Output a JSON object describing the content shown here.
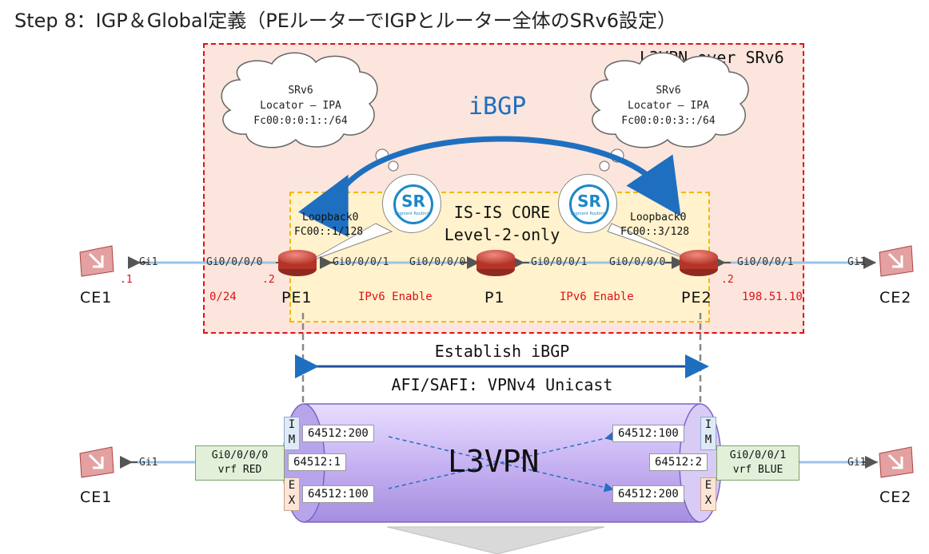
{
  "title": "Step 8：IGP＆Global定義（PEルーターでIGPとルーター全体のSRv6設定）",
  "outer_label": "L3VPN over SRv6",
  "core": {
    "line1": "IS-IS CORE",
    "line2": "Level-2-only"
  },
  "ibgp_label": "iBGP",
  "cloud_left": {
    "l1": "SRv6",
    "l2": "Locator – IPA",
    "l3": "Fc00:0:0:1::/64"
  },
  "cloud_right": {
    "l1": "SRv6",
    "l2": "Locator – IPA",
    "l3": "Fc00:0:0:3::/64"
  },
  "sr_logo": {
    "big": "SR",
    "small": "Segment Routing"
  },
  "pe1_loopback": {
    "l1": "Loopback0",
    "l2": "FC00::1/128"
  },
  "pe2_loopback": {
    "l1": "Loopback0",
    "l2": "FC00::3/128"
  },
  "routers": {
    "pe1": "PE1",
    "p1": "P1",
    "pe2": "PE2",
    "ce1": "CE1",
    "ce2": "CE2"
  },
  "interfaces": {
    "ce1_gi1": "Gi1",
    "pe1_gi000": "Gi0/0/0/0",
    "pe1_gi001": "Gi0/0/0/1",
    "p1_gi000": "Gi0/0/0/0",
    "p1_gi001": "Gi0/0/0/1",
    "pe2_gi000": "Gi0/0/0/0",
    "pe2_gi001": "Gi0/0/0/1",
    "ce2_gi1": "Gi1"
  },
  "ip_labels": {
    "pe1_host": ".2",
    "pe2_host": ".2",
    "ce1_host": ".1",
    "left_net": "0/24",
    "right_net": "198.51.10"
  },
  "ipv6_enable_left": "IPv6 Enable",
  "ipv6_enable_right": "IPv6 Enable",
  "establish_ibgp": "Establish iBGP",
  "afi_safi": "AFI/SAFI: VPNv4 Unicast",
  "l3vpn": {
    "label": "L3VPN",
    "left_vrf": {
      "l1": "Gi0/0/0/0",
      "l2": "vrf RED",
      "rd": "64512:1"
    },
    "right_vrf": {
      "l1": "Gi0/0/0/1",
      "l2": "vrf BLUE",
      "rd": "64512:2"
    },
    "left_import": "64512:200",
    "left_export": "64512:100",
    "right_import": "64512:100",
    "right_export": "64512:200",
    "im": [
      "I",
      "M"
    ],
    "ex": [
      "E",
      "X"
    ],
    "ce1_gi": "Gi1",
    "ce2_gi": "Gi1",
    "ce1": "CE1",
    "ce2": "CE2"
  },
  "colors": {
    "outer_border": "#e0101a",
    "outer_fill": "#fbe5dc",
    "inner_border": "#f5b800",
    "inner_fill": "#fff2cc",
    "ibgp_arrow": "#1f6fc0",
    "router": "#c0392b",
    "tunnel": "#c9b8f0",
    "link": "#9dc3e6"
  }
}
